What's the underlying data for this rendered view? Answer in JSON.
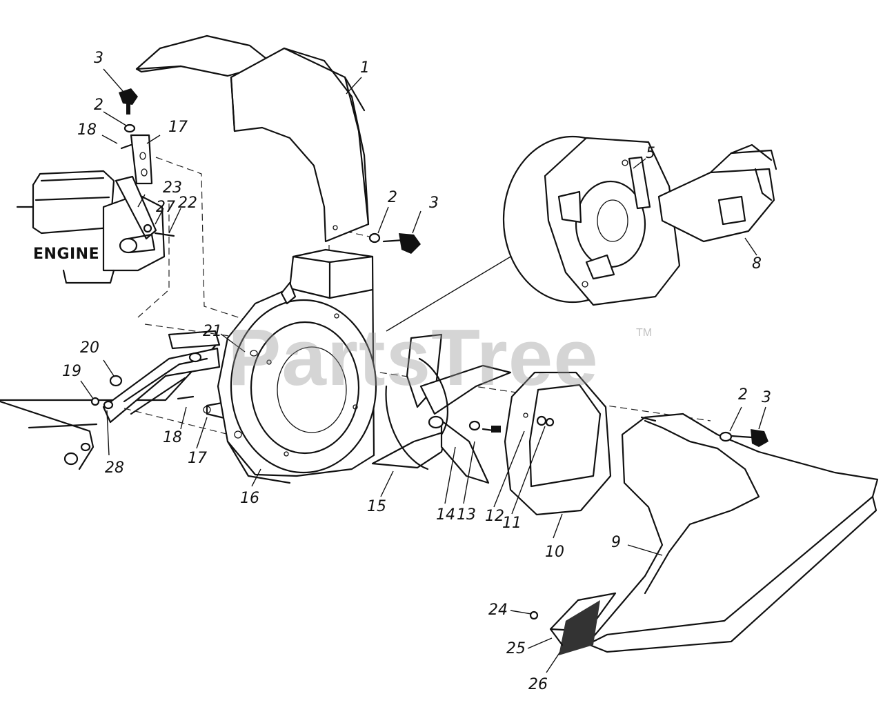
{
  "diagram": {
    "engine_label": "ENGINE",
    "watermark": "PartsTree",
    "trademark": "TM",
    "callouts": [
      {
        "id": "c-1",
        "text": "1"
      },
      {
        "id": "c-2a",
        "text": "2"
      },
      {
        "id": "c-2b",
        "text": "2"
      },
      {
        "id": "c-2c",
        "text": "2"
      },
      {
        "id": "c-3a",
        "text": "3"
      },
      {
        "id": "c-3b",
        "text": "3"
      },
      {
        "id": "c-3c",
        "text": "3"
      },
      {
        "id": "c-5",
        "text": "5"
      },
      {
        "id": "c-8",
        "text": "8"
      },
      {
        "id": "c-9",
        "text": "9"
      },
      {
        "id": "c-10",
        "text": "10"
      },
      {
        "id": "c-11",
        "text": "11"
      },
      {
        "id": "c-12",
        "text": "12"
      },
      {
        "id": "c-13",
        "text": "13"
      },
      {
        "id": "c-14",
        "text": "14"
      },
      {
        "id": "c-15",
        "text": "15"
      },
      {
        "id": "c-16",
        "text": "16"
      },
      {
        "id": "c-17a",
        "text": "17"
      },
      {
        "id": "c-17b",
        "text": "17"
      },
      {
        "id": "c-18a",
        "text": "18"
      },
      {
        "id": "c-18b",
        "text": "18"
      },
      {
        "id": "c-19",
        "text": "19"
      },
      {
        "id": "c-20",
        "text": "20"
      },
      {
        "id": "c-21",
        "text": "21"
      },
      {
        "id": "c-22",
        "text": "22"
      },
      {
        "id": "c-23",
        "text": "23"
      },
      {
        "id": "c-24",
        "text": "24"
      },
      {
        "id": "c-25",
        "text": "25"
      },
      {
        "id": "c-26",
        "text": "26"
      },
      {
        "id": "c-27",
        "text": "27"
      },
      {
        "id": "c-28",
        "text": "28"
      }
    ]
  }
}
